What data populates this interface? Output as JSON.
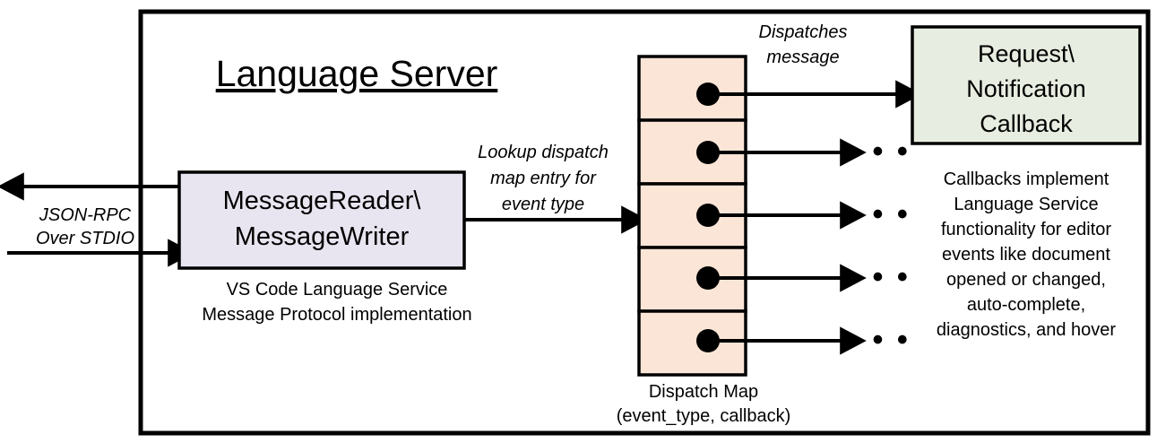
{
  "diagram": {
    "title": "Language Server",
    "colors": {
      "frame_stroke": "#000000",
      "reader_box_fill": "#E9E5F0",
      "dispatch_map_fill": "#FBE5D6",
      "callback_box_fill": "#E7EDE0",
      "line": "#000000",
      "background": "#FFFFFF"
    },
    "external_io": {
      "label_line1": "JSON-RPC",
      "label_line2": "Over STDIO",
      "outbound_arrow_name": "outbound-json-rpc-arrow",
      "inbound_arrow_name": "inbound-json-rpc-arrow"
    },
    "reader_box": {
      "line1": "MessageReader\\",
      "line2": "MessageWriter",
      "caption_line1": "VS Code Language Service",
      "caption_line2": "Message Protocol implementation"
    },
    "lookup_annotation": {
      "line1": "Lookup dispatch",
      "line2": "map entry for",
      "line3": "event type"
    },
    "dispatch_map": {
      "caption_line1": "Dispatch Map",
      "caption_line2": "(event_type, callback)",
      "row_count": 5,
      "rows": [
        {
          "index": 1,
          "target": "callback-box",
          "ellipsis": ""
        },
        {
          "index": 2,
          "target": "ellipsis",
          "ellipsis": "• • •"
        },
        {
          "index": 3,
          "target": "ellipsis",
          "ellipsis": "• • •"
        },
        {
          "index": 4,
          "target": "ellipsis",
          "ellipsis": "• • •"
        },
        {
          "index": 5,
          "target": "ellipsis",
          "ellipsis": "• • •"
        }
      ]
    },
    "dispatch_annotation": {
      "line1": "Dispatches",
      "line2": "message"
    },
    "callback_box": {
      "line1": "Request\\",
      "line2": "Notification",
      "line3": "Callback"
    },
    "callback_description": {
      "line1": "Callbacks implement",
      "line2": "Language Service",
      "line3": "functionality for editor",
      "line4": "events like document",
      "line5": "opened or changed,",
      "line6": "auto-complete,",
      "line7": "diagnostics, and hover"
    }
  }
}
